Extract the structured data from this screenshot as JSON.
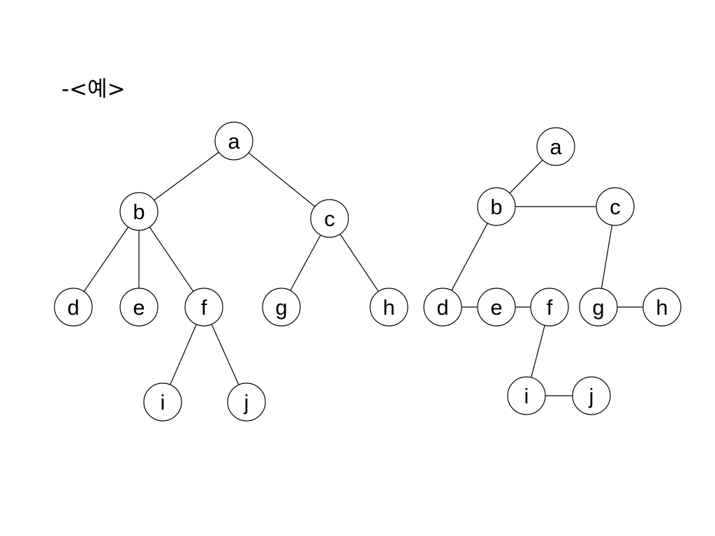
{
  "heading": "-<예>",
  "colors": {
    "stroke": "#000000",
    "fill": "#ffffff",
    "text": "#000000"
  },
  "trees": [
    {
      "id": "general-tree",
      "nodes": [
        "a",
        "b",
        "c",
        "d",
        "e",
        "f",
        "g",
        "h",
        "i",
        "j"
      ],
      "edges": [
        [
          "a",
          "b"
        ],
        [
          "a",
          "c"
        ],
        [
          "b",
          "d"
        ],
        [
          "b",
          "e"
        ],
        [
          "b",
          "f"
        ],
        [
          "c",
          "g"
        ],
        [
          "c",
          "h"
        ],
        [
          "f",
          "i"
        ],
        [
          "f",
          "j"
        ]
      ]
    },
    {
      "id": "binary-tree-representation",
      "nodes": [
        "a",
        "b",
        "c",
        "d",
        "e",
        "f",
        "g",
        "h",
        "i",
        "j"
      ],
      "edges": [
        [
          "a",
          "b"
        ],
        [
          "b",
          "c"
        ],
        [
          "b",
          "d"
        ],
        [
          "d",
          "e"
        ],
        [
          "e",
          "f"
        ],
        [
          "c",
          "g"
        ],
        [
          "g",
          "h"
        ],
        [
          "f",
          "i"
        ],
        [
          "i",
          "j"
        ]
      ]
    }
  ]
}
